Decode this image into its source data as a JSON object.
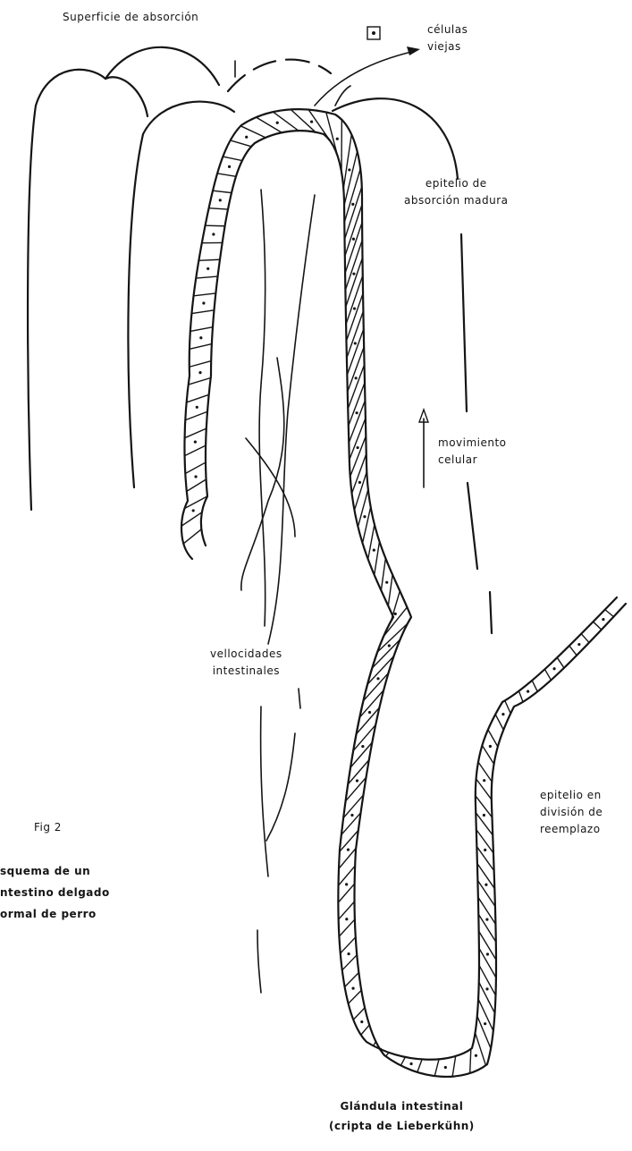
{
  "labels": {
    "surface": "Superficie de absorción",
    "old_cells": [
      "células",
      "viejas"
    ],
    "mature_epithelium": [
      "epitelio de",
      "absorción madura"
    ],
    "movement": [
      "movimiento",
      "celular"
    ],
    "villi": [
      "vellocidades",
      "intestinales"
    ],
    "dividing_epithelium": [
      "epitelio en",
      "división de",
      "reemplazo"
    ],
    "fig": "Fig  2",
    "caption": [
      "squema de un",
      "ntestino delgado",
      "ormal de perro"
    ],
    "gland": [
      "Glándula intestinal",
      "(cripta de Lieberkühn)"
    ]
  },
  "colors": {
    "ink": "#151515",
    "paper": "#ffffff"
  },
  "icons": [
    "old-cell-square-icon",
    "exit-arrow-icon",
    "movement-arrow-icon"
  ]
}
